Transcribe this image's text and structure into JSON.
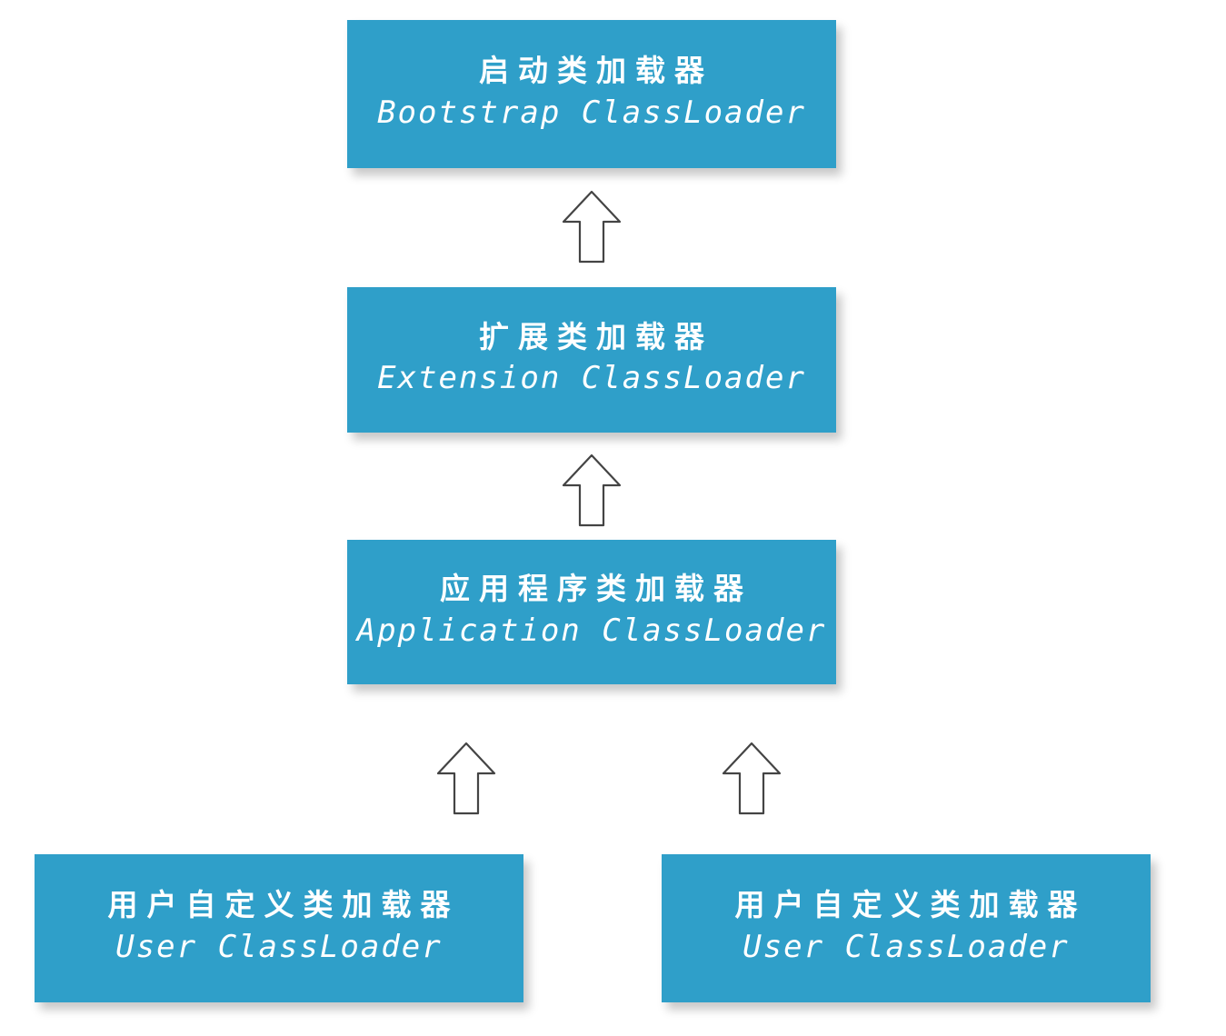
{
  "nodes": {
    "bootstrap": {
      "zh": "启动类加载器",
      "en": "Bootstrap ClassLoader"
    },
    "extension": {
      "zh": "扩展类加载器",
      "en": "Extension ClassLoader"
    },
    "application": {
      "zh": "应用程序类加载器",
      "en": "Application ClassLoader"
    },
    "user_left": {
      "zh": "用户自定义类加载器",
      "en": "User ClassLoader"
    },
    "user_right": {
      "zh": "用户自定义类加载器",
      "en": "User ClassLoader"
    }
  },
  "edges": [
    {
      "from": "extension",
      "to": "bootstrap"
    },
    {
      "from": "application",
      "to": "extension"
    },
    {
      "from": "user_left",
      "to": "application"
    },
    {
      "from": "user_right",
      "to": "application"
    }
  ],
  "colors": {
    "box_fill": "#2f9fc9",
    "box_text": "#ffffff",
    "arrow_stroke": "#444444"
  }
}
